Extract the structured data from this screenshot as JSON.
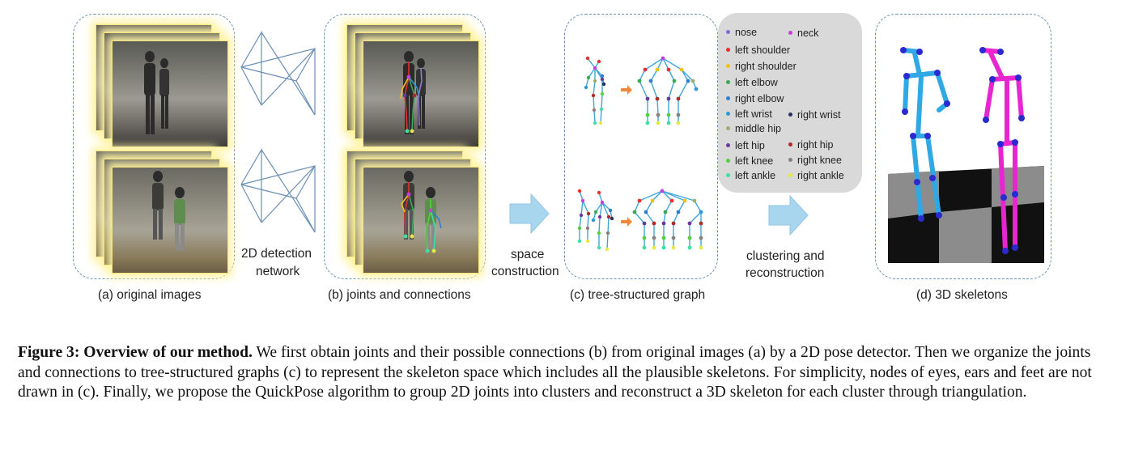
{
  "panels": {
    "a_label": "(a) original images",
    "b_label": "(b) joints and connections",
    "c_label": "(c) tree-structured graph",
    "d_label": "(d) 3D skeletons"
  },
  "arrows": {
    "detection_line1": "2D detection",
    "detection_line2": "network",
    "space_line1": "space",
    "space_line2": "construction",
    "clustering_line1": "clustering and",
    "clustering_line2": "reconstruction"
  },
  "legend": {
    "nose": "nose",
    "neck": "neck",
    "left_shoulder": "left shoulder",
    "right_shoulder": "right shoulder",
    "left_elbow": "left elbow",
    "right_elbow": "right elbow",
    "left_wrist": "left wrist",
    "right_wrist": "right wrist",
    "middle_hip": "middle hip",
    "left_hip": "left hip",
    "right_hip": "right hip",
    "left_knee": "left knee",
    "right_knee": "right knee",
    "left_ankle": "left ankle",
    "right_ankle": "right ankle"
  },
  "colors": {
    "nose": "#7b6fd6",
    "neck": "#c640d8",
    "left_shoulder": "#e53030",
    "right_shoulder": "#f0c020",
    "left_elbow": "#3aaa55",
    "right_elbow": "#2f7fd0",
    "left_wrist": "#2a9bd6",
    "right_wrist": "#27305e",
    "middle_hip": "#9ab070",
    "left_hip": "#6a3a9a",
    "right_hip": "#b02a2a",
    "left_knee": "#55d040",
    "right_knee": "#8a7f7a",
    "left_ankle": "#3fe0a0",
    "right_ankle": "#e8e840",
    "skeleton_blue": "#2fa8e6",
    "skeleton_magenta": "#e826d0",
    "panel_border": "#6b8fb5",
    "arrow_fill": "#a9d6ef"
  },
  "caption": {
    "bold": "Figure 3: Overview of our method.",
    "text": " We first obtain joints and their possible connections (b) from original images (a) by a 2D pose detector. Then we organize the joints and connections to tree-structured graphs (c) to represent the skeleton space which includes all the plausible skeletons. For simplicity, nodes of eyes, ears and feet are not drawn in (c). Finally, we propose the QuickPose algorithm to group 2D joints into clusters and reconstruct a 3D skeleton for each cluster through triangulation."
  }
}
